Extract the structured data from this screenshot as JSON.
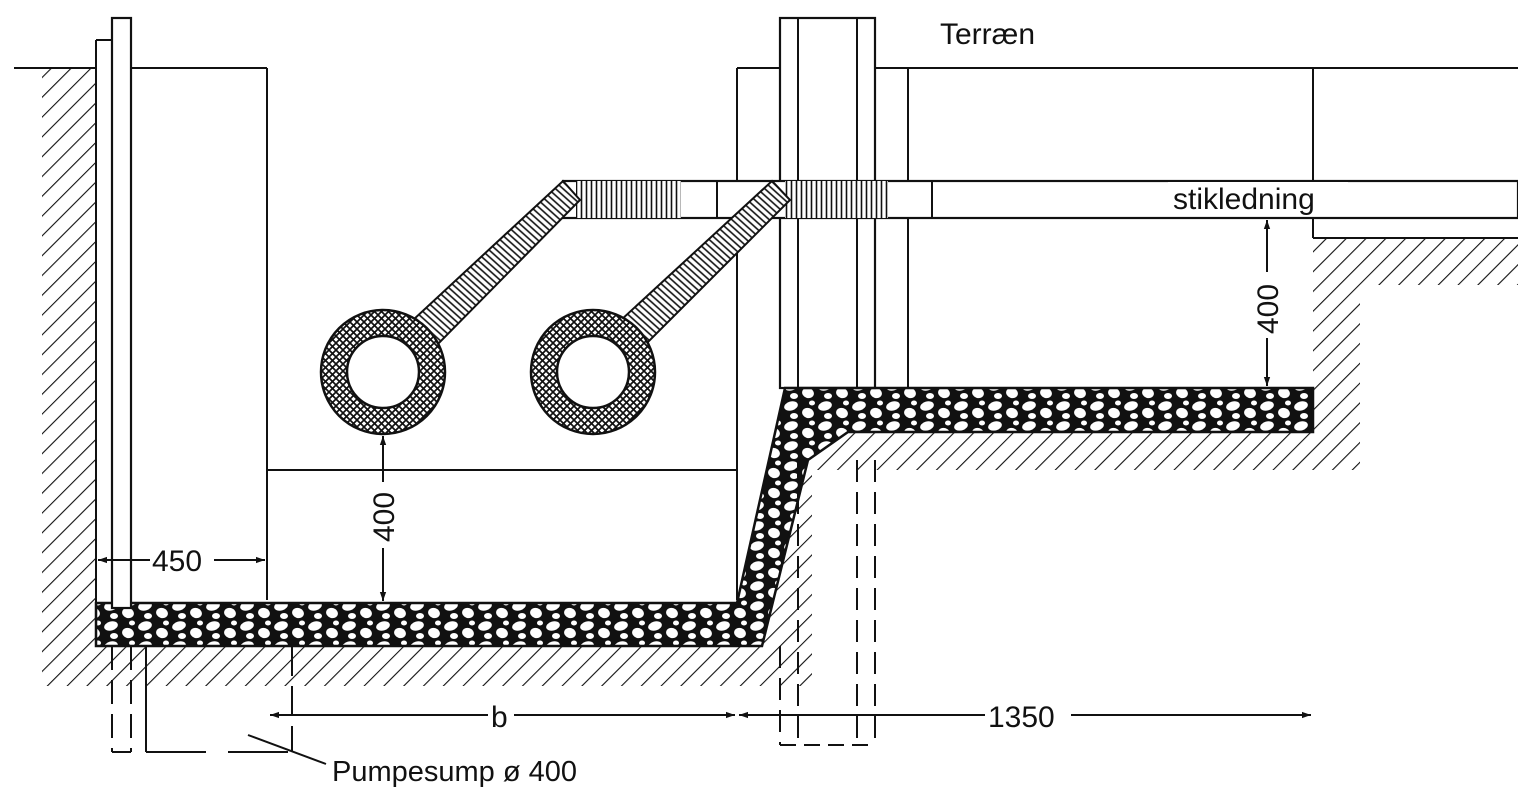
{
  "labels": {
    "terrain": "Terræn",
    "service_pipe": "stikledning",
    "pump_sump": "Pumpesump ø 400"
  },
  "dimensions": {
    "width_left": "450",
    "depth_below_pipes": "400",
    "depth_below_service_pipe": "400",
    "trench_bottom_width": "b",
    "right_width": "1350"
  }
}
